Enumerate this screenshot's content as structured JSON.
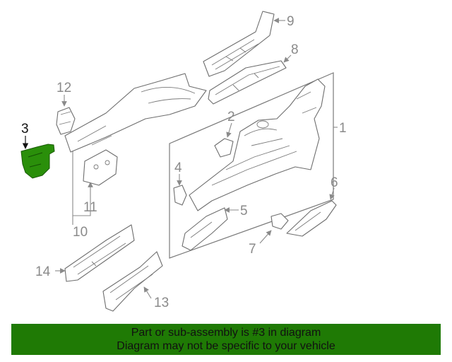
{
  "diagram": {
    "highlight_color": "#2a8f0a",
    "callouts": [
      {
        "id": "1",
        "label": "1"
      },
      {
        "id": "2",
        "label": "2"
      },
      {
        "id": "3",
        "label": "3",
        "highlighted": true
      },
      {
        "id": "4",
        "label": "4"
      },
      {
        "id": "5",
        "label": "5"
      },
      {
        "id": "6",
        "label": "6"
      },
      {
        "id": "7",
        "label": "7"
      },
      {
        "id": "8",
        "label": "8"
      },
      {
        "id": "9",
        "label": "9"
      },
      {
        "id": "10",
        "label": "10"
      },
      {
        "id": "11",
        "label": "11"
      },
      {
        "id": "12",
        "label": "12"
      },
      {
        "id": "13",
        "label": "13"
      },
      {
        "id": "14",
        "label": "14"
      }
    ]
  },
  "banner": {
    "background": "#1f7a05",
    "line1": "Part or sub-assembly is #3 in diagram",
    "line2": "Diagram may not be specific to your vehicle"
  }
}
